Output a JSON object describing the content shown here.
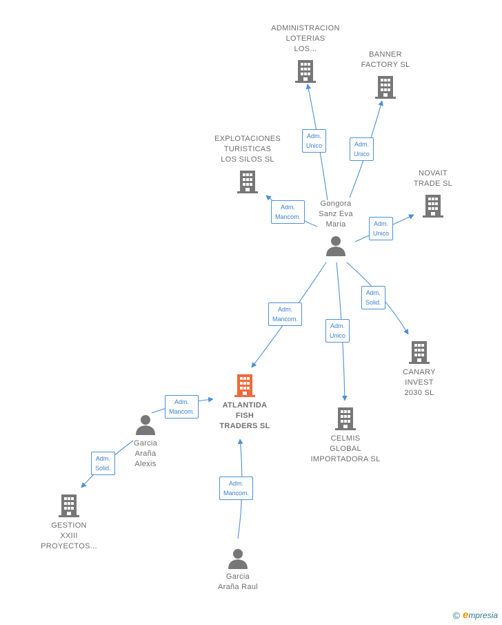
{
  "colors": {
    "building": "#777777",
    "focus": "#ef6a3b",
    "person": "#777777",
    "edge": "#4a90d9"
  },
  "nodes": {
    "admin_loterias": {
      "label": "ADMINISTRACION\nLOTERIAS\nLOS...",
      "icon": "building-icon"
    },
    "banner_factory": {
      "label": "BANNER\nFACTORY  SL",
      "icon": "building-icon"
    },
    "explotaciones": {
      "label": "EXPLOTACIONES\nTURISTICAS\nLOS SILOS  SL",
      "icon": "building-icon"
    },
    "novait": {
      "label": "NOVAIT\nTRADE SL",
      "icon": "building-icon"
    },
    "gongora": {
      "label": "Gongora\nSanz Eva\nMaria",
      "icon": "person-icon"
    },
    "canary": {
      "label": "CANARY\nINVEST\n2030  SL",
      "icon": "building-icon"
    },
    "atlantida": {
      "label": "ATLANTIDA\nFISH\nTRADERS  SL",
      "icon": "building-icon"
    },
    "celmis": {
      "label": "CELMIS\nGLOBAL\nIMPORTADORA SL",
      "icon": "building-icon"
    },
    "garcia_alexis": {
      "label": "Garcia\nAraña\nAlexis",
      "icon": "person-icon"
    },
    "gestion": {
      "label": "GESTION\nXXIII\nPROYECTOS...",
      "icon": "building-icon"
    },
    "garcia_raul": {
      "label": "Garcia\nAraña Raul",
      "icon": "person-icon"
    }
  },
  "roles": {
    "r_admin_loterias": "Adm.\nUnico",
    "r_banner": "Adm.\nUnico",
    "r_explotaciones": "Adm.\nMancom.",
    "r_novait": "Adm.\nUnico",
    "r_canary": "Adm.\nSolid.",
    "r_celmis": "Adm.\nUnico",
    "r_atlantida_gongora": "Adm.\nMancom.",
    "r_atlantida_alexis": "Adm.\nMancom.",
    "r_gestion": "Adm.\nSolid.",
    "r_atlantida_raul": "Adm.\nMancom."
  },
  "footer": {
    "copyright_symbol": "©",
    "brand_initial": "e",
    "brand_rest": "mpresia"
  }
}
